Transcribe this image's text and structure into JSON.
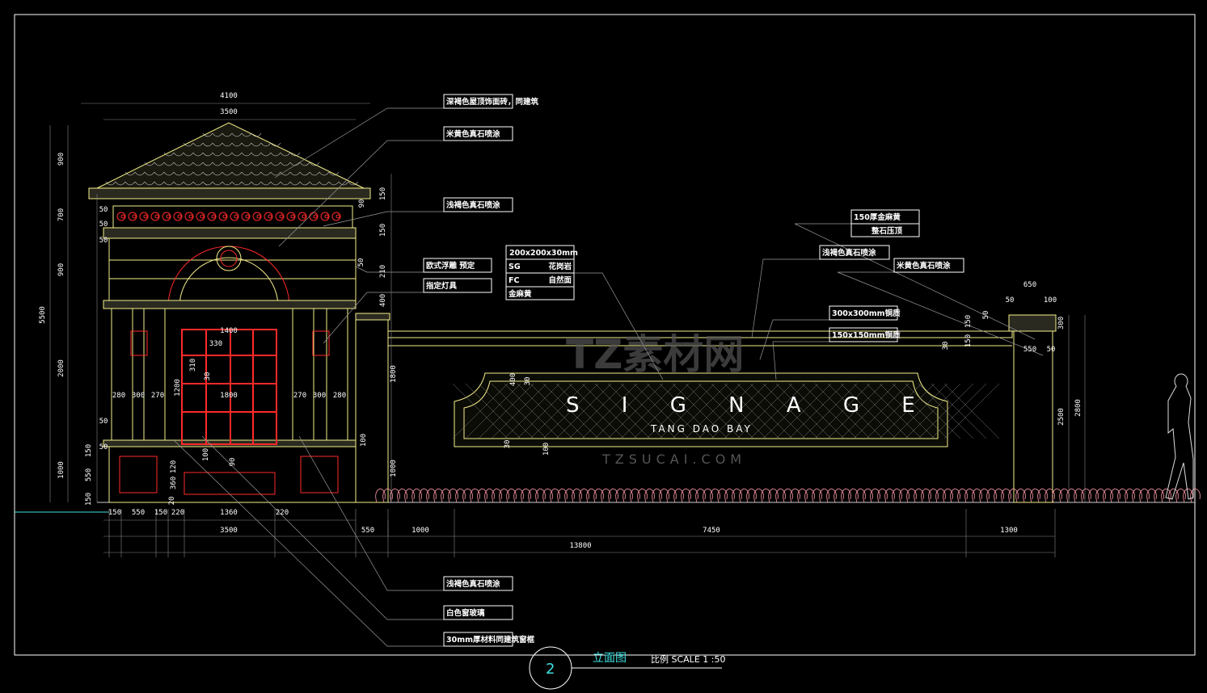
{
  "drawing": {
    "title": "立面图",
    "scale": "比例 SCALE 1 :50",
    "number": "2",
    "signage_text": "S I G N A G E",
    "signage_subtext": "TANG DAO BAY",
    "watermark": "TZ素材网",
    "watermark_url": "TZSUCAI.COM"
  },
  "callouts": [
    "深褐色屋顶饰面砖，同建筑",
    "米黄色真石喷涂",
    "浅褐色真石喷涂",
    "欧式浮雕 预定",
    "指定灯具",
    "200x200x30mm",
    "SG",
    "花岗岩",
    "FC",
    "自然面",
    "金麻黄",
    "150厚金麻黄",
    "整石压顶",
    "浅褐色真石喷涂",
    "米黄色真石喷涂",
    "300x300mm铜质",
    "150x150mm铜质",
    "浅褐色真石喷涂",
    "白色窗玻璃",
    "30mm厚材料同建筑窗框"
  ],
  "dimensions": [
    "4100",
    "3500",
    "900",
    "700",
    "900",
    "2000",
    "1000",
    "5500",
    "50",
    "50",
    "50",
    "50",
    "50",
    "150",
    "550",
    "150",
    "150",
    "550",
    "150",
    "220",
    "1360",
    "220",
    "3500",
    "550",
    "1000",
    "7450",
    "1300",
    "13800",
    "280",
    "300",
    "270",
    "1800",
    "270",
    "300",
    "280",
    "1400",
    "330",
    "310",
    "30",
    "1200",
    "20",
    "360",
    "120",
    "100",
    "90",
    "150",
    "90",
    "150",
    "50",
    "210",
    "400",
    "1800",
    "100",
    "1000",
    "650",
    "50",
    "100",
    "50",
    "150",
    "150",
    "30",
    "300",
    "550",
    "50",
    "2500",
    "2800",
    "400",
    "30",
    "30",
    "100"
  ],
  "colors": {
    "background": "#000000",
    "outline": "#f5f08a",
    "accent_red": "#ff2a2a",
    "title_cyan": "#40e0e0",
    "shrubs": "#ff9aa8"
  }
}
